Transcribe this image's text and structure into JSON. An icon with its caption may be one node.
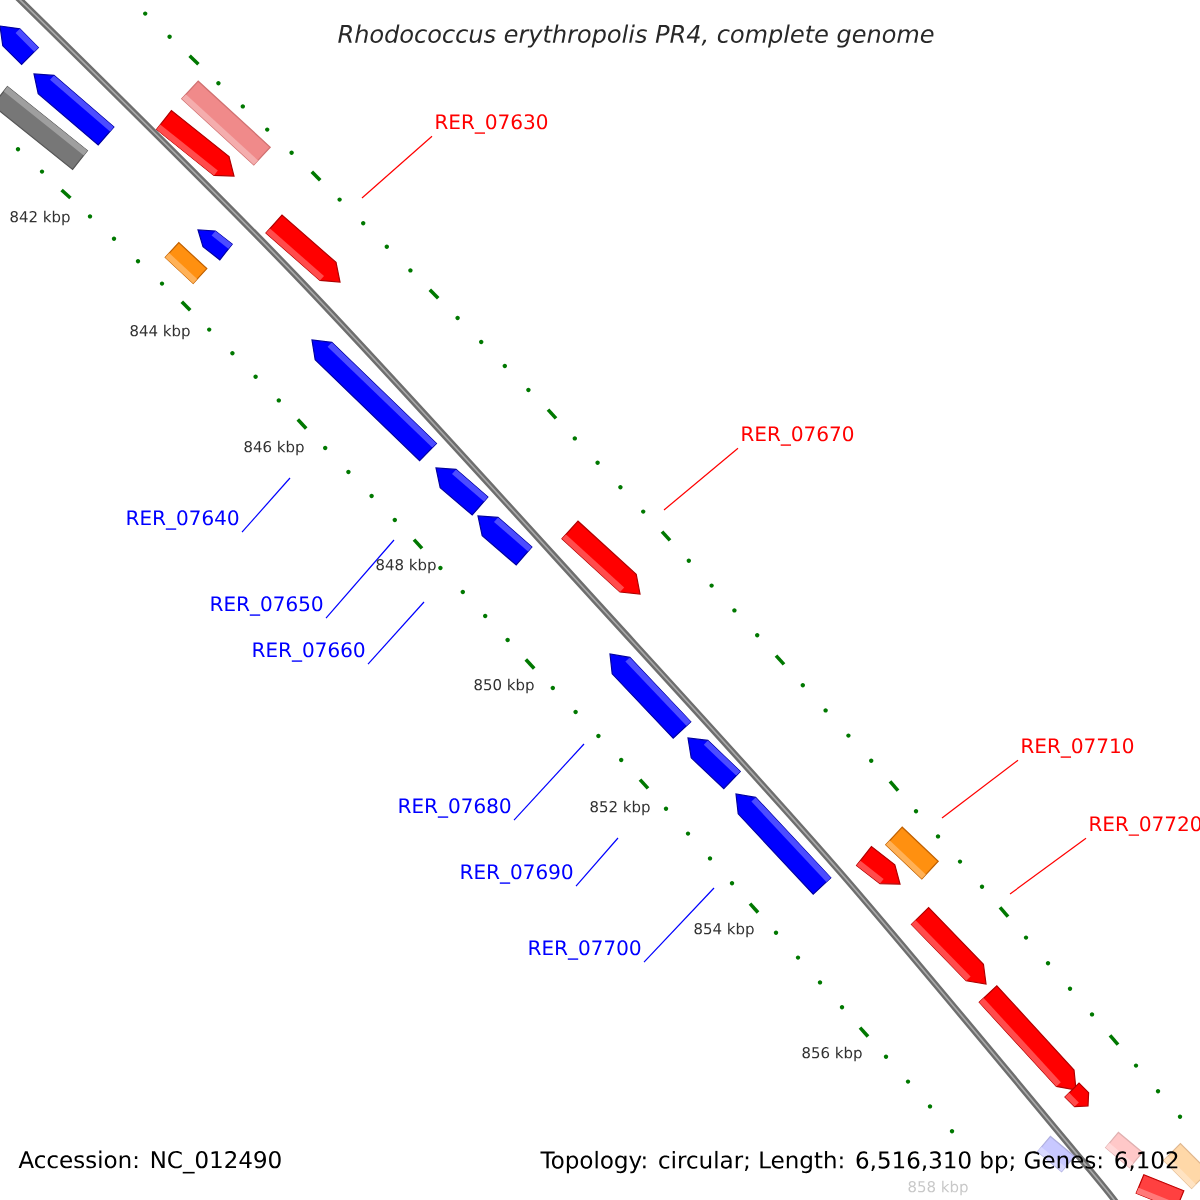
{
  "diagram": {
    "title": "Rhodococcus erythropolis PR4, complete genome",
    "nodes": [
      {
        "text": [
          "RER_07630"
        ]
      },
      {
        "text": [
          "RER_07640"
        ]
      },
      {
        "text": [
          "RER_07650"
        ]
      },
      {
        "text": [
          "RER_07660"
        ]
      },
      {
        "text": [
          "RER_07670"
        ]
      },
      {
        "text": [
          "RER_07680"
        ]
      },
      {
        "text": [
          "RER_07690"
        ]
      },
      {
        "text": [
          "RER_07700"
        ]
      },
      {
        "text": [
          "RER_07710"
        ]
      },
      {
        "text": [
          "RER_07720"
        ]
      }
    ],
    "edges": [
      {
        "from": 0,
        "to": null,
        "arrow": "none",
        "color": "#ff0000"
      },
      {
        "from": 1,
        "to": null,
        "arrow": "none"
      },
      {
        "from": 2,
        "to": null,
        "arrow": "none"
      },
      {
        "from": 3,
        "to": null,
        "arrow": "none"
      },
      {
        "from": 4,
        "to": null,
        "arrow": "none",
        "color": "#ff0000"
      },
      {
        "from": 5,
        "to": null,
        "arrow": "none"
      },
      {
        "from": 6,
        "to": null,
        "arrow": "none"
      },
      {
        "from": 7,
        "to": null,
        "arrow": "none"
      },
      {
        "from": 8,
        "to": null,
        "arrow": "none",
        "color": "#ff0000"
      },
      {
        "from": 9,
        "to": null,
        "arrow": "none",
        "color": "#ff0000"
      }
    ],
    "labels": [
      "842 kbp",
      "844 kbp",
      "846 kbp",
      "848 kbp",
      "850 kbp",
      "852 kbp",
      "854 kbp",
      "856 kbp",
      "858 kbp",
      "Accession: NC_012490",
      "Topology: circular; Length: 6,516,310 bp; Genes: 6,102"
    ]
  }
}
